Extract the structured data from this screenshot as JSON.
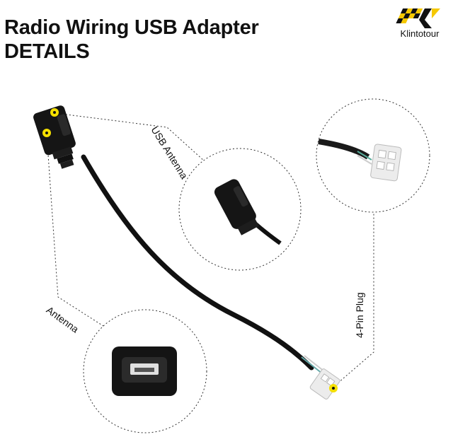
{
  "header": {
    "title_line1": "Radio Wiring USB Adapter",
    "title_line2": "DETAILS"
  },
  "brand": {
    "name": "Klintotour"
  },
  "callouts": {
    "usb_antenna": "USB Antenna",
    "antenna": "Antenna",
    "four_pin_plug": "4-Pin Plug"
  },
  "colors": {
    "marker": "#f5e000",
    "cable": "#111111",
    "connector": "#e8e8e8"
  }
}
